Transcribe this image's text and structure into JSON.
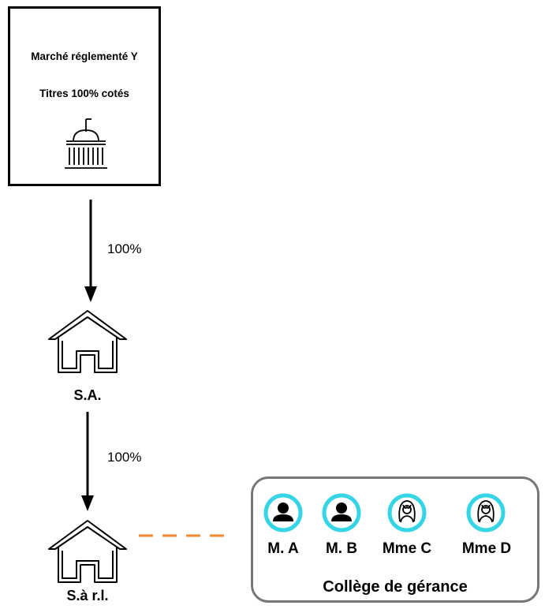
{
  "market": {
    "title": "Marché réglementé Y",
    "subtitle": "Titres 100% cotés",
    "icon": "stock-exchange-building-icon"
  },
  "links": [
    {
      "from": "market",
      "to": "sa",
      "percentage": "100%"
    },
    {
      "from": "sa",
      "to": "sarl",
      "percentage": "100%"
    }
  ],
  "entities": {
    "sa": {
      "label": "S.A.",
      "icon": "house-icon"
    },
    "sarl": {
      "label": "S.à r.l.",
      "icon": "house-icon"
    }
  },
  "college": {
    "title": "Collège de gérance",
    "members": [
      {
        "name": "M. A",
        "icon": "male-person-icon"
      },
      {
        "name": "M. B",
        "icon": "male-person-icon"
      },
      {
        "name": "Mme C",
        "icon": "female-person-icon"
      },
      {
        "name": "Mme D",
        "icon": "female-person-icon"
      }
    ]
  },
  "colors": {
    "arrow": "#000000",
    "dashed_link": "#F08A30",
    "avatar_ring": "#35D5E6",
    "college_border": "#777777"
  }
}
